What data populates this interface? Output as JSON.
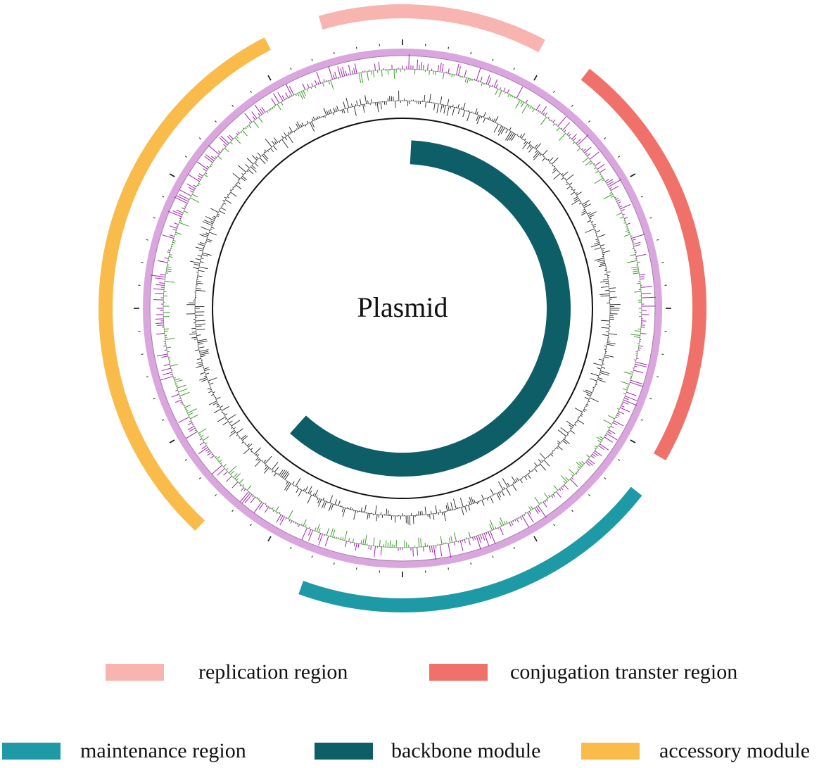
{
  "center_label": "Plasmid",
  "colors": {
    "replication": "#f8b4b0",
    "conjugation": "#ef716a",
    "maintenance": "#1d9aa6",
    "backbone": "#0d5e66",
    "accessory": "#f9bb4a",
    "gc_skew_positive": "#a321b4",
    "gc_skew_negative": "#3aa02a",
    "gc_content": "#222222",
    "backbone_ring": "#d9a6de"
  },
  "regions": [
    {
      "key": "replication",
      "label": "replication region",
      "start_deg": -16,
      "end_deg": 28
    },
    {
      "key": "conjugation",
      "label": "conjugation transter region",
      "start_deg": 38,
      "end_deg": 120
    },
    {
      "key": "maintenance",
      "label": "maintenance region",
      "start_deg": 128,
      "end_deg": 200
    },
    {
      "key": "accessory",
      "label": "accessory module",
      "start_deg": 223,
      "end_deg": 333
    }
  ],
  "backbone_arc": {
    "key": "backbone",
    "label": "backbone module",
    "start_deg": 3,
    "end_deg": 222
  },
  "legend": [
    {
      "key": "replication",
      "label": "replication region"
    },
    {
      "key": "conjugation",
      "label": "conjugation transter region"
    },
    {
      "key": "maintenance",
      "label": "maintenance region"
    },
    {
      "key": "backbone",
      "label": "backbone module"
    },
    {
      "key": "accessory",
      "label": "accessory module"
    }
  ]
}
